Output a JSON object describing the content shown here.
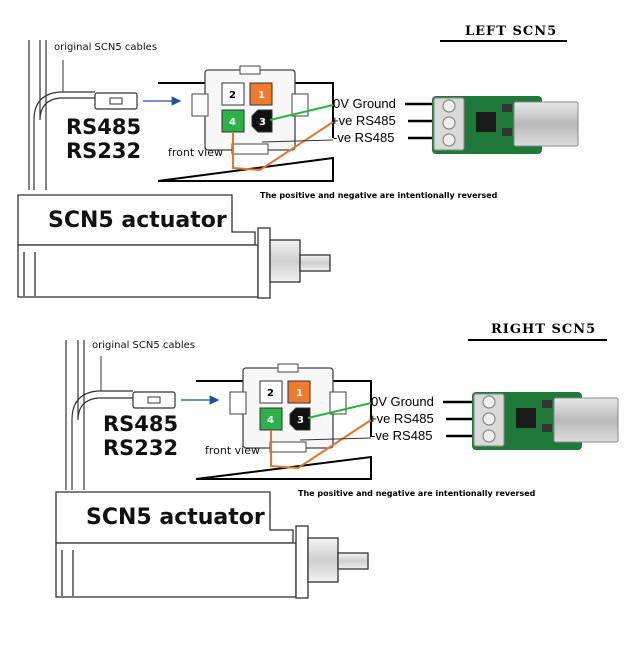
{
  "panels": [
    {
      "id": "left",
      "heading": "LEFT SCN5",
      "cables_label": "original SCN5 cables",
      "protocol_1": "RS485",
      "protocol_2": "RS232",
      "actuator_label": "SCN5 actuator",
      "front_view_label": "front view",
      "pins": [
        {
          "number": "2",
          "color": "#ffffff"
        },
        {
          "number": "1",
          "color": "#f07b2c"
        },
        {
          "number": "4",
          "color": "#2db24a"
        },
        {
          "number": "3",
          "color": "#111111"
        }
      ],
      "wires": [
        {
          "label": "0V Ground"
        },
        {
          "label": "+ve RS485"
        },
        {
          "label": "-ve RS485"
        }
      ],
      "note": "The positive and negative are intentionally reversed"
    },
    {
      "id": "right",
      "heading": "RIGHT SCN5",
      "cables_label": "original SCN5 cables",
      "protocol_1": "RS485",
      "protocol_2": "RS232",
      "actuator_label": "SCN5 actuator",
      "front_view_label": "front view",
      "pins": [
        {
          "number": "2",
          "color": "#ffffff"
        },
        {
          "number": "1",
          "color": "#f07b2c"
        },
        {
          "number": "4",
          "color": "#2db24a"
        },
        {
          "number": "3",
          "color": "#111111"
        }
      ],
      "wires": [
        {
          "label": "0V Ground"
        },
        {
          "label": "+ve RS485"
        },
        {
          "label": "-ve RS485"
        }
      ],
      "note": "The positive and negative are intentionally reversed"
    }
  ],
  "colors": {
    "green_wire": "#2fb43a",
    "orange_wire": "#e8742a",
    "pcb": "#1f7a3a",
    "arrow": "#1f4fa8"
  }
}
